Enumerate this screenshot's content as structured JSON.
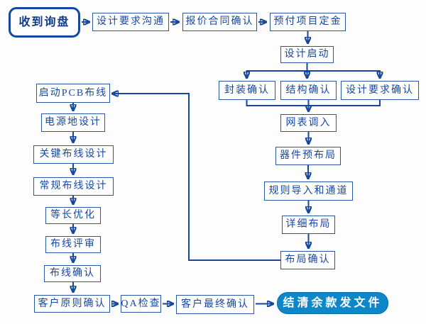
{
  "diagram": {
    "colors": {
      "line": "#17479d",
      "box_border": "#2a57a5",
      "text": "#17479d",
      "start_border": "#17479d",
      "end_fill": "#0d87c9",
      "end_text": "#ffffff",
      "background": "#fdfdfd"
    },
    "nodes": {
      "received_inquiry": "收到询盘",
      "design_requirements_communication": "设计要求沟通",
      "quotation_contract_confirm": "报价合同确认",
      "prepay_project_deposit": "预付项目定金",
      "design_kickoff": "设计启动",
      "package_confirm": "封装确认",
      "structure_confirm": "结构确认",
      "design_requirements_confirm": "设计要求确认",
      "netlist_import": "网表调入",
      "component_prelayout": "器件预布局",
      "rules_import_channels": "规则导入和通道",
      "detailed_layout": "详细布局",
      "layout_confirm": "布局确认",
      "start_pcb_routing": "启动PCB布线",
      "power_ground_design": "电源地设计",
      "critical_routing_design": "关键布线设计",
      "regular_routing_design": "常规布线设计",
      "length_matching_optimization": "等长优化",
      "routing_review": "布线评审",
      "routing_confirm": "布线确认",
      "customer_principle_confirm": "客户原则确认",
      "qa_check": "QA检查",
      "customer_final_confirm": "客户最终确认",
      "settle_balance_deliver_files": "结清余款发文件"
    }
  }
}
